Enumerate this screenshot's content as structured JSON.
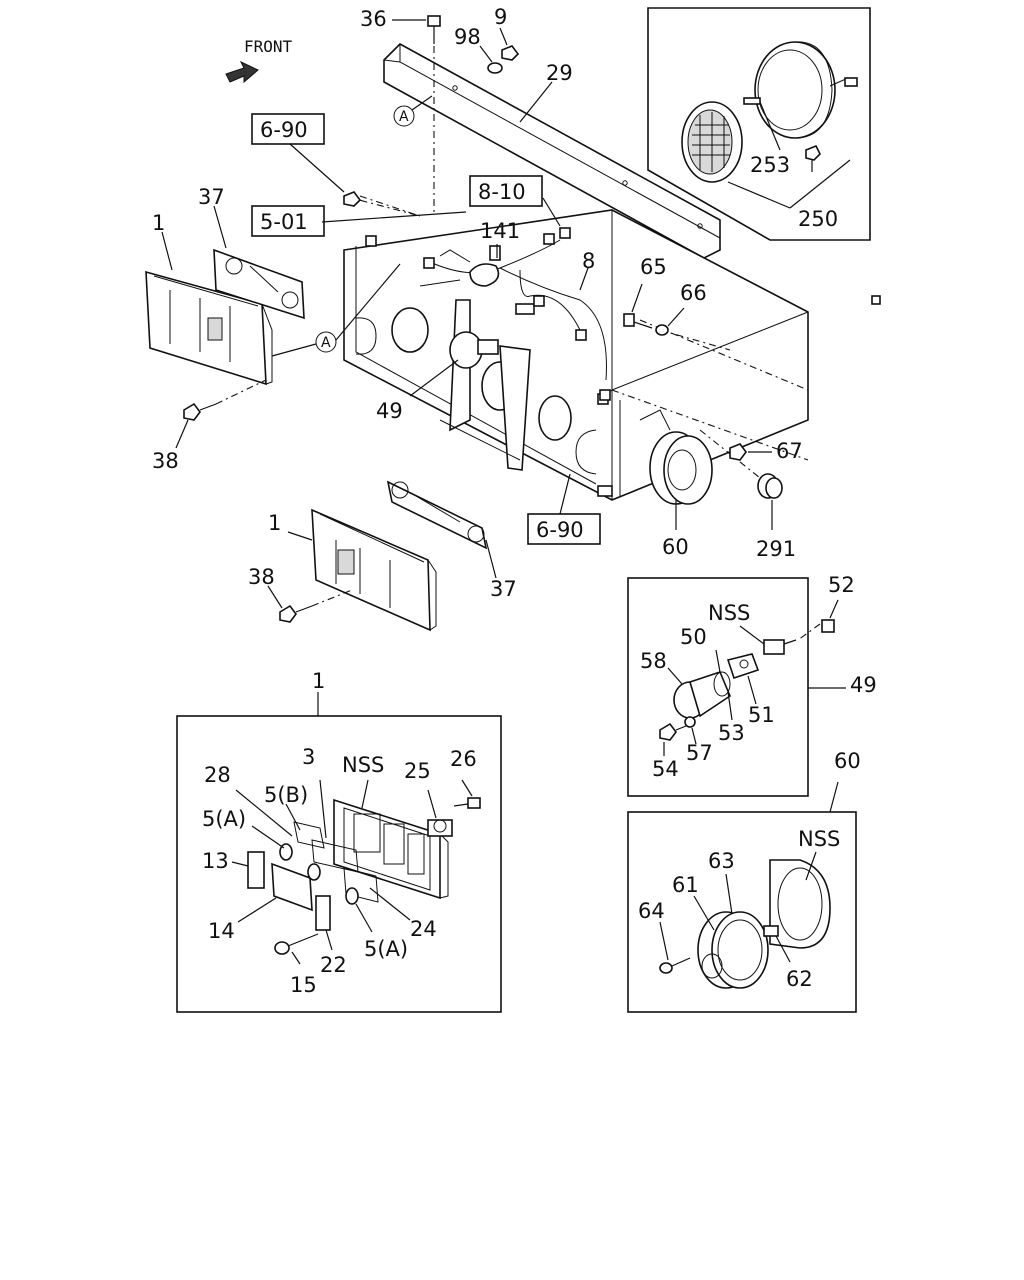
{
  "diagram": {
    "front_label": "FRONT",
    "circle_marker": "A",
    "labels": {
      "p36": "36",
      "p98": "98",
      "p9": "9",
      "p29": "29",
      "p37_top": "37",
      "p1_top": "1",
      "p141": "141",
      "p8": "8",
      "p65": "65",
      "p66": "66",
      "p49": "49",
      "p38_top": "38",
      "p67": "67",
      "p60": "60",
      "p291": "291",
      "p1_mid": "1",
      "p37_mid": "37",
      "p38_mid": "38",
      "p253": "253",
      "p250": "250",
      "p52": "52",
      "nss_49": "NSS",
      "p50": "50",
      "p58": "58",
      "p51": "51",
      "p53": "53",
      "p54": "54",
      "p57": "57",
      "p49_box": "49",
      "p1_detail": "1",
      "p3": "3",
      "nss_1": "NSS",
      "p25": "25",
      "p26": "26",
      "p28": "28",
      "p5b": "5(B)",
      "p5a_1": "5(A)",
      "p13": "13",
      "p14": "14",
      "p15": "15",
      "p22": "22",
      "p5a_2": "5(A)",
      "p24": "24",
      "p60_box": "60",
      "nss_60": "NSS",
      "p63": "63",
      "p61": "61",
      "p64": "64",
      "p62": "62"
    },
    "section_refs": {
      "ref_6_90_top": "6-90",
      "ref_5_01": "5-01",
      "ref_8_10": "8-10",
      "ref_6_90_bottom": "6-90"
    }
  }
}
